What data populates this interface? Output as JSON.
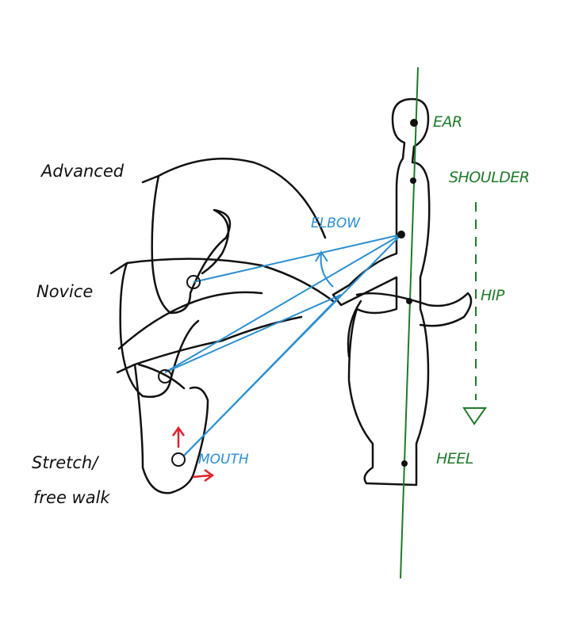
{
  "levels": {
    "advanced": "Advanced",
    "novice": "Novice",
    "stretch_line1": "Stretch/",
    "stretch_line2": "free walk"
  },
  "rider_points": {
    "ear": "EAR",
    "shoulder": "SHOULDER",
    "hip": "HIP",
    "heel": "HEEL"
  },
  "contact_points": {
    "elbow": "ELBOW",
    "mouth": "MOUTH"
  },
  "colors": {
    "alignment_line": "#1f7a2a",
    "rein_lines": "#2a8fd0",
    "arrows": "#e0202a",
    "ink": "#111111"
  }
}
